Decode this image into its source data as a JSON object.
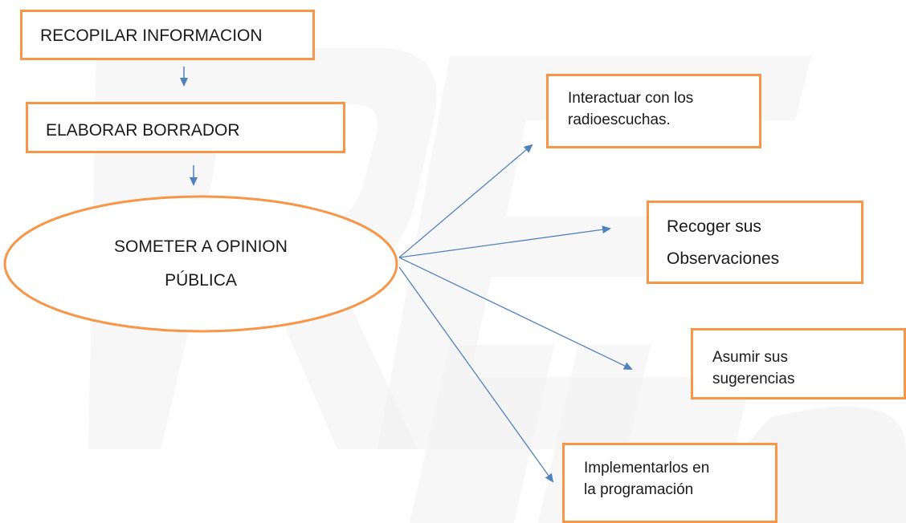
{
  "nodes": {
    "recopilar": "RECOPILAR INFORMACION",
    "elaborar": "ELABORAR BORRADOR",
    "someter": [
      "SOMETER A OPINION",
      "PÚBLICA"
    ],
    "interactuar": [
      "Interactuar con los",
      "radioescuchas."
    ],
    "recoger": [
      "Recoger sus",
      "Observaciones"
    ],
    "asumir": [
      "Asumir sus",
      "sugerencias"
    ],
    "implementar": [
      "Implementarlos en",
      "la programación"
    ]
  },
  "colors": {
    "box_border": "#f79646",
    "arrow": "#4f81bd",
    "watermark": "#ededed"
  }
}
